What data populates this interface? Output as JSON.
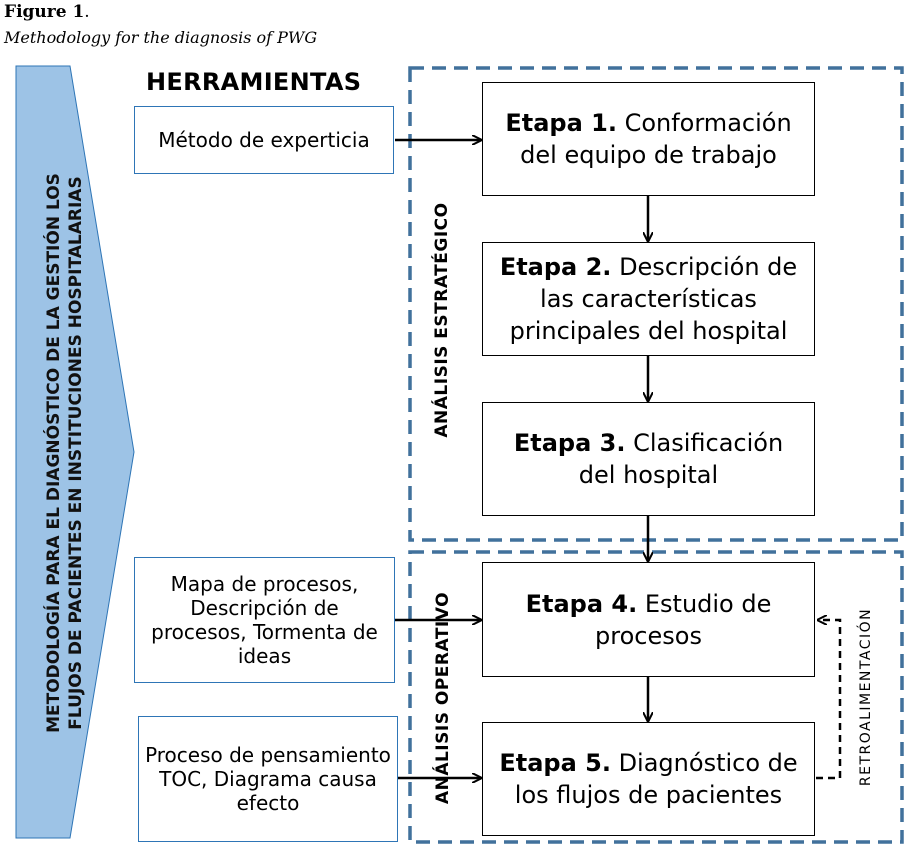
{
  "figure": {
    "label": "Figure 1",
    "dot": ".",
    "caption": "Methodology for the diagnosis of PWG"
  },
  "tools_header": "HERRAMIENTAS",
  "side_banner": {
    "line1": "METODOLOGÍA PARA EL DIAGNÓSTICO DE LA GESTIÓN LOS",
    "line2": "FLUJOS DE PACIENTES EN INSTITUCIONES HOSPITALARIAS",
    "color": "#9dc3e6"
  },
  "phases": {
    "strategic": "ANÁLISIS ESTRATÉGICO",
    "operative": "ANÁLISIS OPERATIVO"
  },
  "tools": [
    "Método de experticia",
    "Mapa de procesos, Descripción de procesos, Tormenta de ideas",
    "Proceso de pensamiento TOC, Diagrama causa efecto"
  ],
  "stages": [
    {
      "label": "Etapa 1.",
      "text": "Conformación del equipo de trabajo"
    },
    {
      "label": "Etapa 2.",
      "text": "Descripción de las características principales del hospital"
    },
    {
      "label": "Etapa 3.",
      "text": "Clasificación del hospital"
    },
    {
      "label": "Etapa 4.",
      "text": "Estudio de procesos"
    },
    {
      "label": "Etapa 5.",
      "text": "Diagnóstico de los flujos de pacientes"
    }
  ],
  "feedback": "RETROALIMENTACIÓN",
  "colors": {
    "dashed_border": "#41719c",
    "tool_border": "#2e75b6"
  }
}
